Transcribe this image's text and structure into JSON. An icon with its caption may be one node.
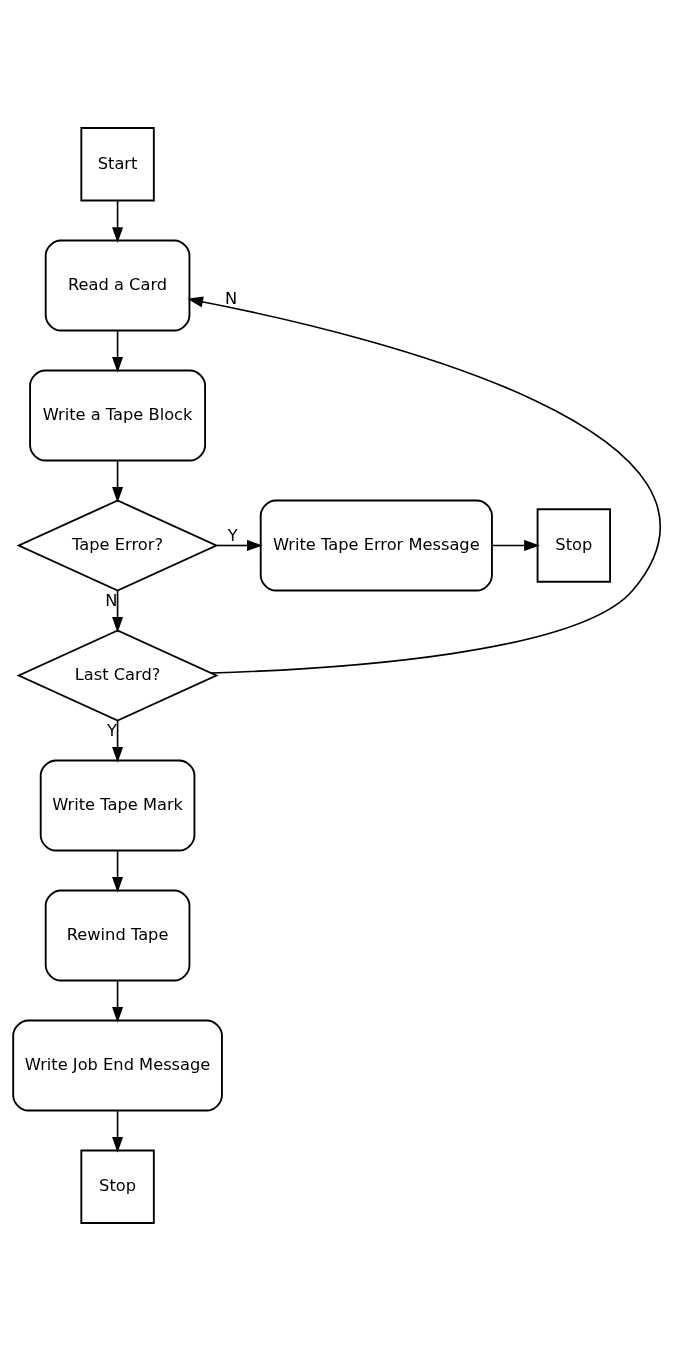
{
  "diagram": {
    "nodes": [
      {
        "text": [
          "Start"
        ]
      },
      {
        "text": [
          "Read a Card"
        ]
      },
      {
        "text": [
          "Write a Tape Block"
        ]
      },
      {
        "text": [
          "Tape Error?"
        ]
      },
      {
        "text": [
          "Write Tape Error Message"
        ]
      },
      {
        "text": [
          "Stop"
        ]
      },
      {
        "text": [
          "Last Card?"
        ]
      },
      {
        "text": [
          "Write Tape Mark"
        ]
      },
      {
        "text": [
          "Rewind Tape"
        ]
      },
      {
        "text": [
          "Write Job End Message"
        ]
      },
      {
        "text": [
          "Stop"
        ]
      }
    ],
    "edges": [
      {
        "from": 0,
        "to": 1,
        "arrow": "to"
      },
      {
        "from": 1,
        "to": 2,
        "arrow": "to"
      },
      {
        "from": 2,
        "to": 3,
        "arrow": "to"
      },
      {
        "from": 3,
        "to": 4,
        "arrow": "to",
        "label": "Y"
      },
      {
        "from": 4,
        "to": 5,
        "arrow": "to"
      },
      {
        "from": 3,
        "to": 6,
        "arrow": "to",
        "label": "N"
      },
      {
        "from": 6,
        "to": 1,
        "arrow": "to",
        "label": "N"
      },
      {
        "from": 6,
        "to": 7,
        "arrow": "to",
        "label": "Y"
      },
      {
        "from": 7,
        "to": 8,
        "arrow": "to"
      },
      {
        "from": 8,
        "to": 9,
        "arrow": "to"
      },
      {
        "from": 9,
        "to": 10,
        "arrow": "to"
      }
    ]
  }
}
